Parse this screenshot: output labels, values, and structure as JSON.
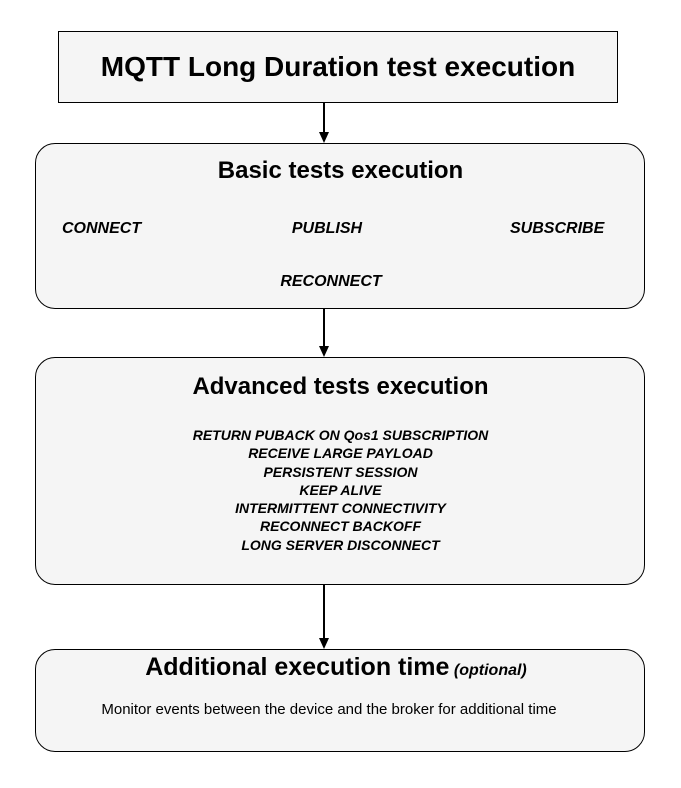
{
  "diagram": {
    "colors": {
      "node_fill": "#f5f5f5",
      "node_border": "#000000",
      "text": "#000000",
      "background": "#ffffff"
    },
    "title_node": {
      "label": "MQTT Long Duration test execution"
    },
    "basic_node": {
      "title": "Basic tests execution",
      "row_items": [
        "CONNECT",
        "PUBLISH",
        "SUBSCRIBE"
      ],
      "extra_item": "RECONNECT"
    },
    "advanced_node": {
      "title": "Advanced tests execution",
      "items": [
        "RETURN PUBACK ON Qos1 SUBSCRIPTION",
        "RECEIVE LARGE PAYLOAD",
        "PERSISTENT SESSION",
        "KEEP ALIVE",
        "INTERMITTENT CONNECTIVITY",
        "RECONNECT BACKOFF",
        "LONG SERVER DISCONNECT"
      ]
    },
    "additional_node": {
      "title": "Additional execution time",
      "title_suffix": "(optional)",
      "description": "Monitor events between the device and the broker for additional time"
    }
  }
}
